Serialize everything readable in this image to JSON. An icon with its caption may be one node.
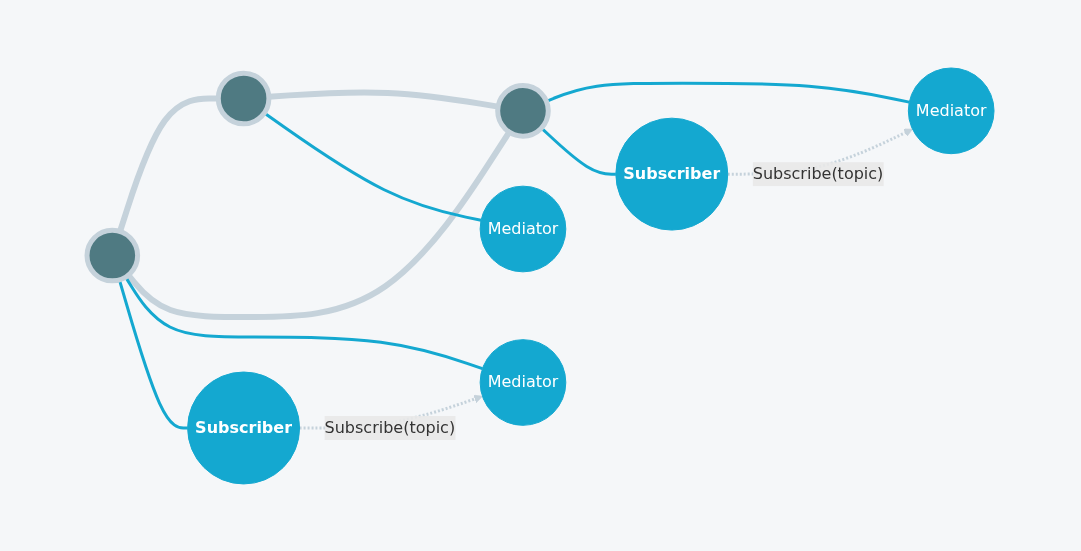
{
  "diagram": {
    "nodes": [
      {
        "text": [],
        "shape": "circle"
      },
      {
        "text": [],
        "shape": "circle"
      },
      {
        "text": [],
        "shape": "circle"
      },
      {
        "text": [
          "Mediator"
        ]
      },
      {
        "text": [
          "Subscriber"
        ]
      },
      {
        "text": [
          "Mediator"
        ]
      },
      {
        "text": [
          "Mediator"
        ]
      },
      {
        "text": [
          "Subscriber"
        ]
      }
    ],
    "edges": [
      {
        "from": 0,
        "to": 1,
        "arrow": "none",
        "style": "thick",
        "color": "#c5d2db"
      },
      {
        "from": 0,
        "to": 2,
        "arrow": "none",
        "style": "thick",
        "color": "#c5d2db"
      },
      {
        "from": 1,
        "to": 2,
        "arrow": "none",
        "style": "thick",
        "color": "#c5d2db"
      },
      {
        "from": 0,
        "to": 3,
        "arrow": "none",
        "color": "#14a8d0"
      },
      {
        "from": 0,
        "to": 4,
        "arrow": "none",
        "color": "#14a8d0"
      },
      {
        "from": 1,
        "to": 5,
        "arrow": "none",
        "color": "#14a8d0"
      },
      {
        "from": 2,
        "to": 6,
        "arrow": "none",
        "color": "#14a8d0"
      },
      {
        "from": 2,
        "to": 7,
        "arrow": "none",
        "color": "#14a8d0"
      },
      {
        "from": 4,
        "to": 3,
        "arrow": "to",
        "style": "dashed",
        "color": "#c5d2db",
        "label": "Subscribe(topic)"
      },
      {
        "from": 7,
        "to": 6,
        "arrow": "to",
        "style": "dashed",
        "color": "#c5d2db",
        "label": "Subscribe(topic)"
      }
    ]
  }
}
